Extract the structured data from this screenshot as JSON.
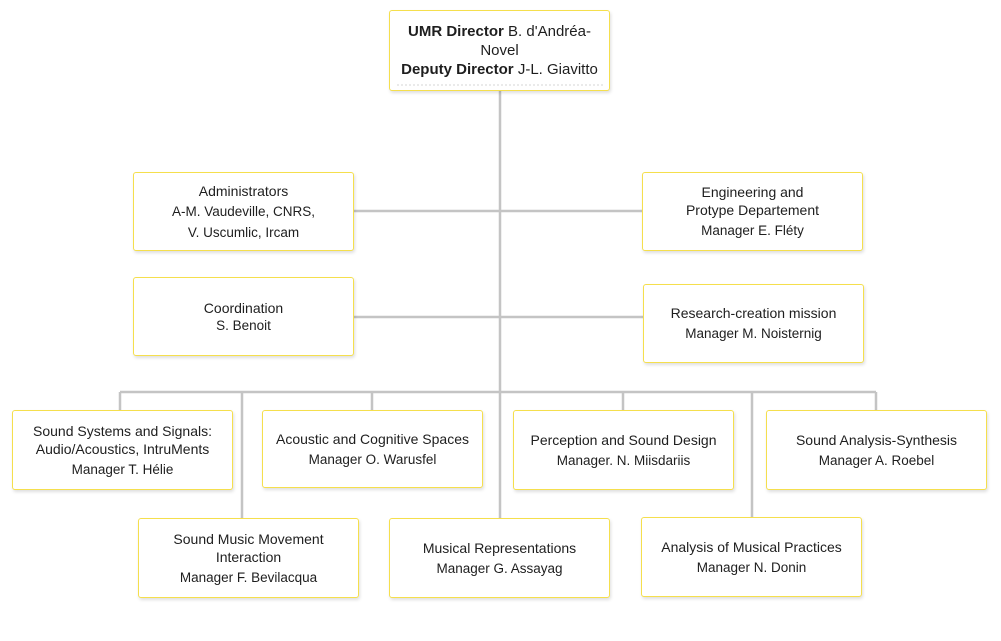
{
  "director": {
    "role1": "UMR Director",
    "name1": "B. d'Andréa-Novel",
    "role2": "Deputy Director",
    "name2": "J-L. Giavitto"
  },
  "support": {
    "administrators": {
      "title": "Administrators",
      "line1": "A-M. Vaudeville, CNRS,",
      "line2": "V. Uscumlic, Ircam"
    },
    "engineering": {
      "title_line1": "Engineering and",
      "title_line2": "Protype Departement",
      "manager": "Manager E. Fléty"
    },
    "coordination": {
      "title": "Coordination",
      "name": "S. Benoit"
    },
    "research_creation": {
      "title": "Research-creation mission",
      "manager": "Manager M. Noisternig"
    }
  },
  "teams": [
    {
      "title_line1": "Sound Systems and Signals:",
      "title_line2": "Audio/Acoustics, IntruMents",
      "manager": "Manager T. Hélie"
    },
    {
      "title_line1": "Acoustic and Cognitive Spaces",
      "title_line2": "",
      "manager": "Manager O. Warusfel"
    },
    {
      "title_line1": "Perception and Sound Design",
      "title_line2": "",
      "manager": "Manager. N. Miisdariis"
    },
    {
      "title_line1": "Sound Analysis-Synthesis",
      "title_line2": "",
      "manager": "Manager A. Roebel"
    },
    {
      "title_line1": "Sound Music Movement",
      "title_line2": "Interaction",
      "manager": "Manager F. Bevilacqua"
    },
    {
      "title_line1": "Musical Representations",
      "title_line2": "",
      "manager": "Manager G. Assayag"
    },
    {
      "title_line1": "Analysis of Musical Practices",
      "title_line2": "",
      "manager": "Manager N. Donin"
    }
  ],
  "colors": {
    "box_border": "#f5df4d",
    "connector": "#c4c4c4",
    "text": "#1e1e1e"
  }
}
